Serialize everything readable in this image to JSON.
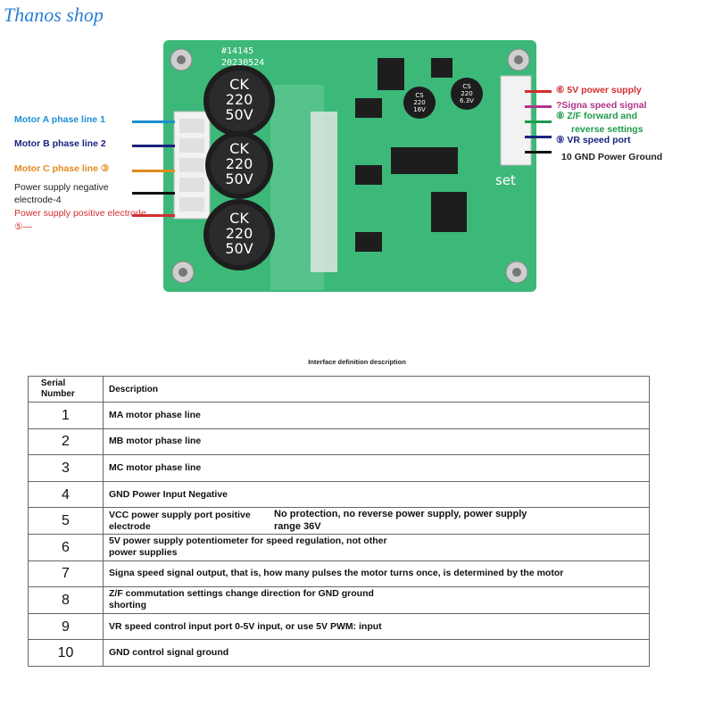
{
  "watermark": "Thanos shop",
  "board": {
    "codes": [
      "#14145",
      "20230524"
    ],
    "caps": [
      {
        "line1": "CK",
        "line2": "220",
        "line3": "50V"
      },
      {
        "line1": "CK",
        "line2": "220",
        "line3": "50V"
      },
      {
        "line1": "CK",
        "line2": "220",
        "line3": "50V"
      }
    ],
    "small_caps": [
      {
        "line1": "CS",
        "line2": "220",
        "line3": "16V"
      },
      {
        "line1": "CS",
        "line2": "220",
        "line3": "6.3V"
      }
    ],
    "set_label": "set"
  },
  "left_labels": [
    {
      "text": "Motor A phase line 1",
      "color": "#1b8fd2"
    },
    {
      "text": "Motor B phase line 2",
      "color": "#1a237e"
    },
    {
      "text": "Motor C phase line ③",
      "color": "#e08a1e"
    },
    {
      "text": "Power supply negative",
      "color": "#222222"
    },
    {
      "text": "electrode-4",
      "color": "#222222"
    },
    {
      "text": "Power supply positive electrode",
      "color": "#d32f2f"
    },
    {
      "text": "⑤—",
      "color": "#d32f2f"
    }
  ],
  "right_labels": [
    {
      "text": "⑥ 5V power supply",
      "color": "#d32f2f"
    },
    {
      "text": "?Signa speed signal",
      "color": "#b0338a"
    },
    {
      "text": "⑧ Z/F forward and",
      "color": "#1e9a4a"
    },
    {
      "text": "reverse settings",
      "color": "#1e9a4a"
    },
    {
      "text": "⑨ VR speed port",
      "color": "#1a237e"
    },
    {
      "text": "10 GND Power Ground",
      "color": "#222222"
    }
  ],
  "colors": {
    "board": "#3cb879",
    "board_dark": "#2a9a60",
    "chip": "#1d1d1d"
  },
  "table": {
    "title": "Interface definition description",
    "header_serial": "Serial Number",
    "header_desc": "Description",
    "rows": [
      {
        "num": "1",
        "desc": "MA motor phase line"
      },
      {
        "num": "2",
        "desc": "MB motor phase line"
      },
      {
        "num": "3",
        "desc": "MC motor phase line"
      },
      {
        "num": "4",
        "desc": "GND Power Input Negative"
      },
      {
        "num": "5",
        "desc": "VCC power supply port positive electrode"
      },
      {
        "num": "6",
        "desc": "5V power supply potentiometer for speed regulation, not other power supplies"
      },
      {
        "num": "7",
        "desc": "Signa speed signal output, that is, how many pulses the motor turns once, is determined by the motor"
      },
      {
        "num": "8",
        "desc": "Z/F commutation settings change direction for GND ground shorting"
      },
      {
        "num": "9",
        "desc": "VR speed control input port 0-5V input, or use 5V PWM: input"
      },
      {
        "num": "10",
        "desc": "GND control signal ground"
      }
    ],
    "row5_note": "No protection, no reverse power supply, power supply range 36V"
  }
}
